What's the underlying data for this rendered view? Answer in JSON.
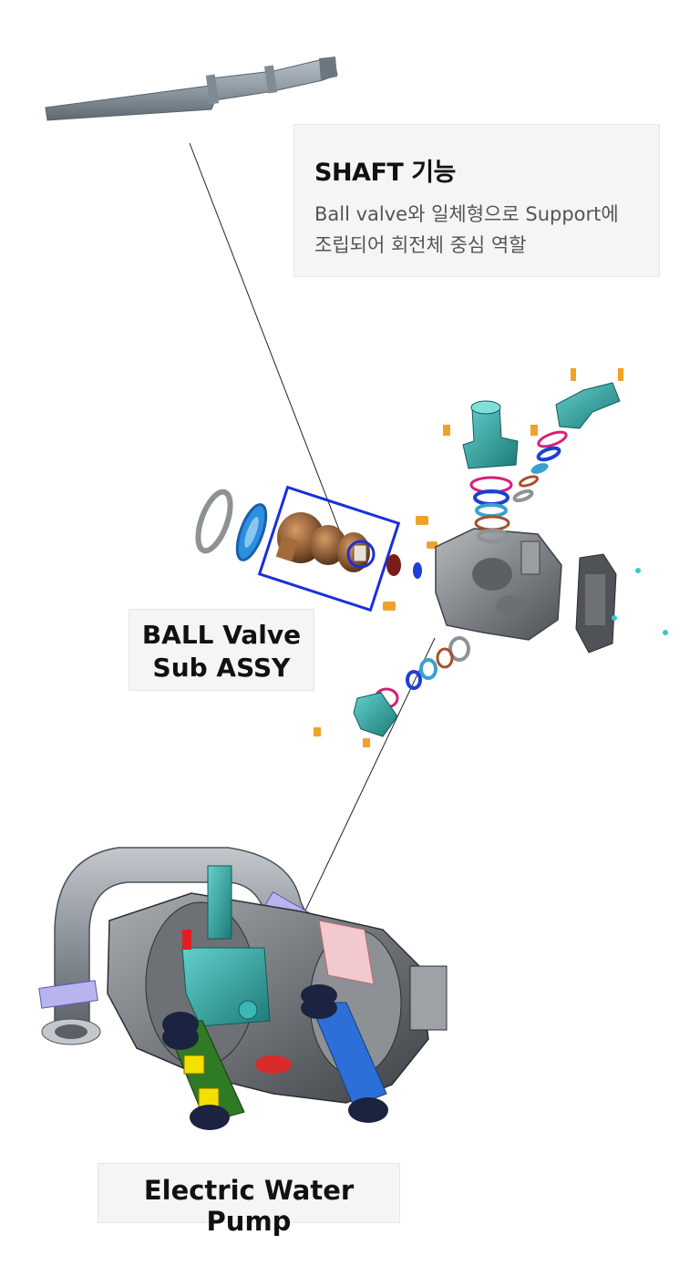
{
  "shaft_callout": {
    "title": "SHAFT 기능",
    "description_line1": "Ball valve와 일체형으로 Support에",
    "description_line2": "조립되어 회전체 중심 역할"
  },
  "ball_valve_label": {
    "line1": "BALL Valve",
    "line2": "Sub ASSY"
  },
  "pump_label": "Electric Water Pump",
  "colors": {
    "shaft": "#8f9aa3",
    "housing": "#8a8d90",
    "teal_parts": "#2aa3a0",
    "ball_valve": "#8a5a33",
    "highlight_box": "#1b2fd8",
    "o_ring_magenta": "#d61f78",
    "o_ring_blue": "#1c3fd6",
    "orange_bolts": "#f0a12a",
    "hose": "#8d939a",
    "label_bg": "#f5f5f5"
  }
}
